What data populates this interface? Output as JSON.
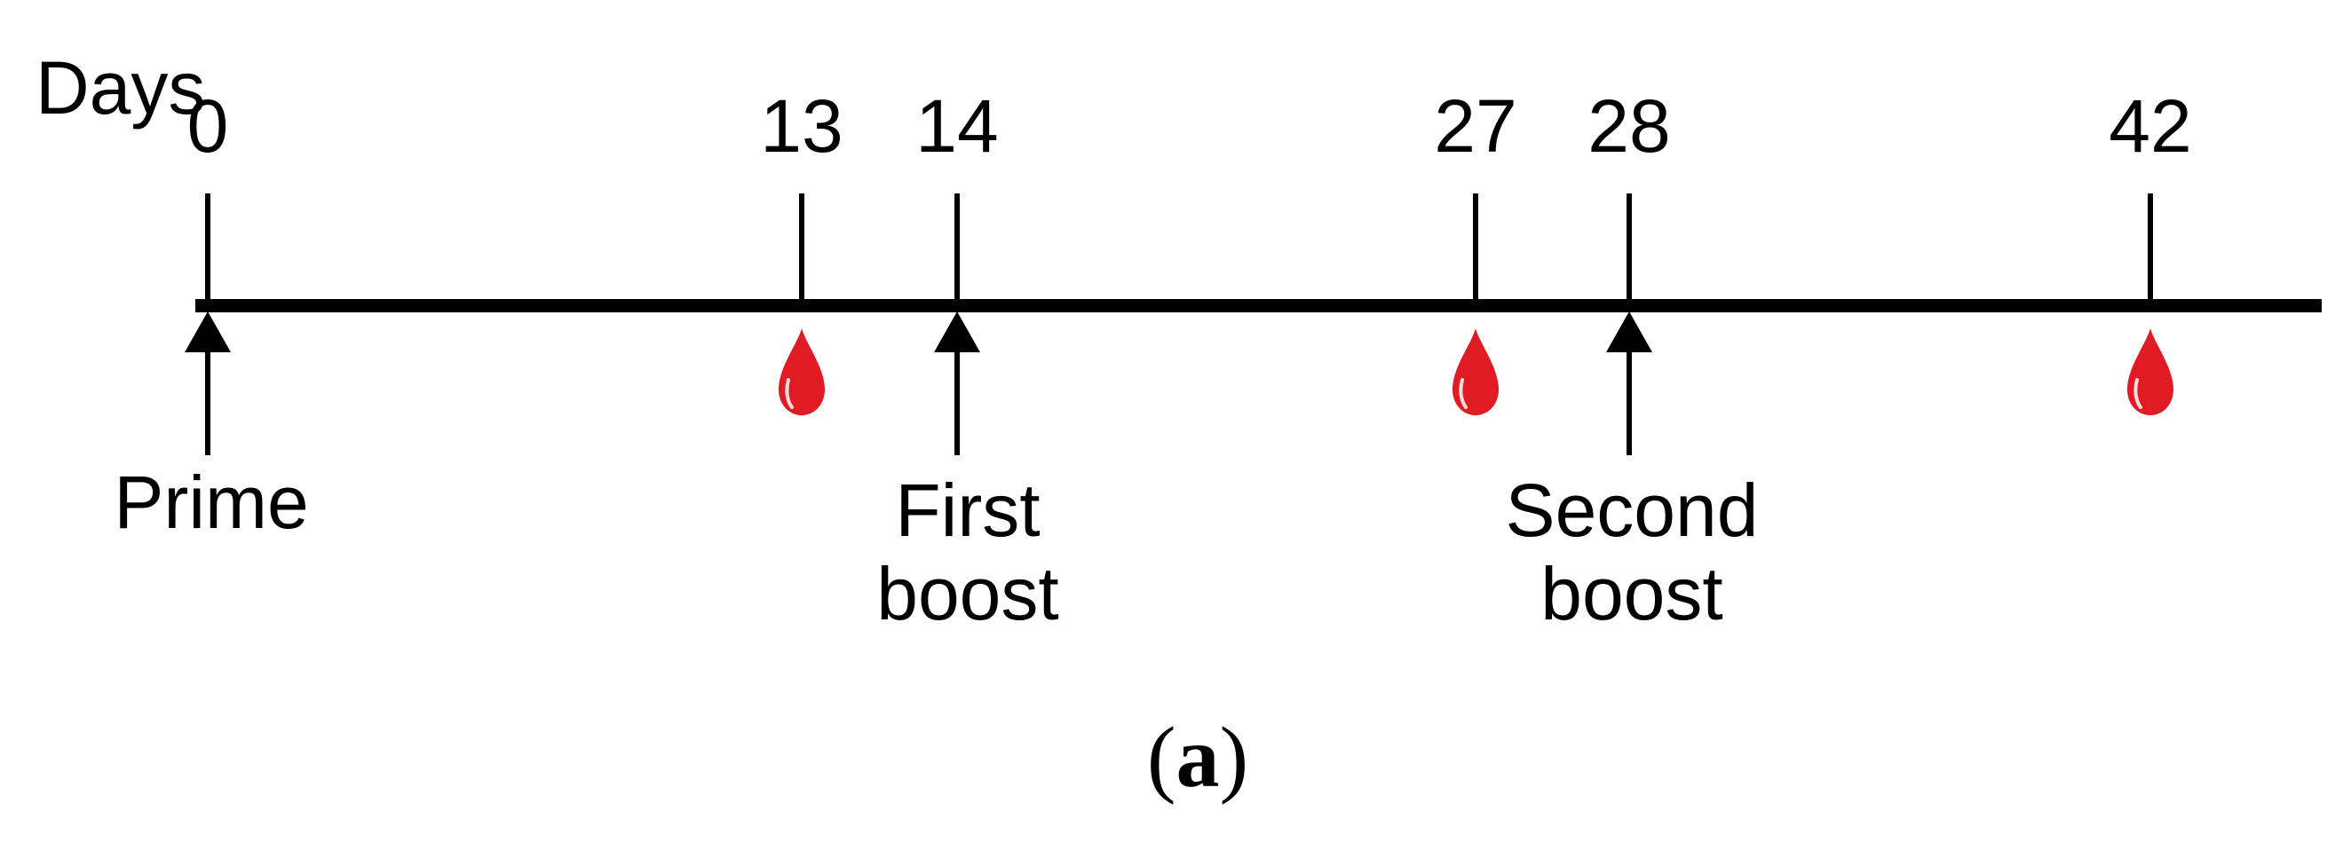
{
  "figure": {
    "axis_label": "Days",
    "caption": {
      "open": "(",
      "letter": "a",
      "close": ")"
    },
    "colors": {
      "line_black": "#000000",
      "blood_drop_red": "#e11b23"
    },
    "timeline": {
      "days": [
        {
          "label": "0",
          "event_lines": [
            "Prime"
          ],
          "marker": "injection-arrow"
        },
        {
          "label": "13",
          "marker": "blood-drop"
        },
        {
          "label": "14",
          "event_lines": [
            "First",
            "boost"
          ],
          "marker": "injection-arrow"
        },
        {
          "label": "27",
          "marker": "blood-drop"
        },
        {
          "label": "28",
          "event_lines": [
            "Second",
            "boost"
          ],
          "marker": "injection-arrow"
        },
        {
          "label": "42",
          "marker": "blood-drop"
        }
      ]
    }
  }
}
